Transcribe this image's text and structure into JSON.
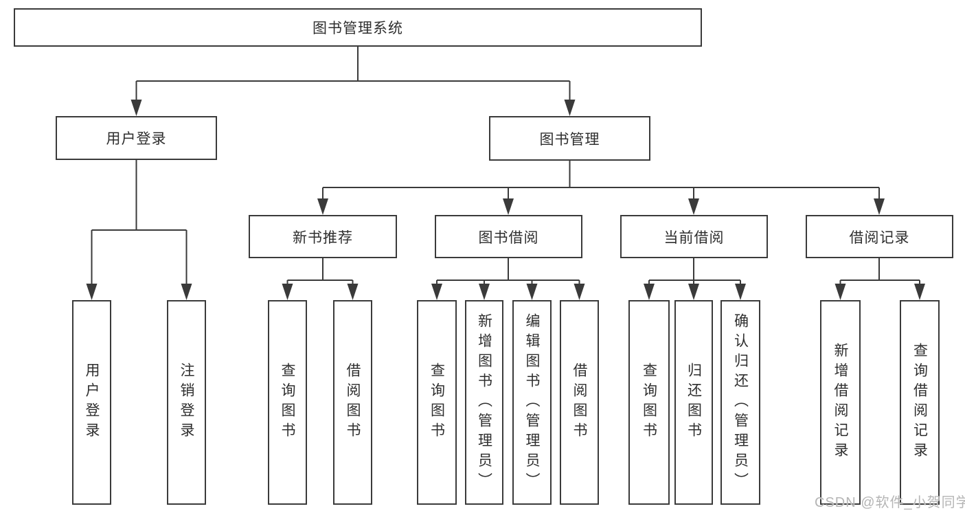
{
  "tree": {
    "label": "图书管理系统",
    "children": [
      {
        "label": "用户登录",
        "children": [
          {
            "label": "用户登录"
          },
          {
            "label": "注销登录"
          }
        ]
      },
      {
        "label": "图书管理",
        "children": [
          {
            "label": "新书推荐",
            "children": [
              {
                "label": "查询图书"
              },
              {
                "label": "借阅图书"
              }
            ]
          },
          {
            "label": "图书借阅",
            "children": [
              {
                "label": "查询图书"
              },
              {
                "label": "新增图书（管理员）"
              },
              {
                "label": "编辑图书（管理员）"
              },
              {
                "label": "借阅图书"
              }
            ]
          },
          {
            "label": "当前借阅",
            "children": [
              {
                "label": "查询图书"
              },
              {
                "label": "归还图书"
              },
              {
                "label": "确认归还（管理员）"
              }
            ]
          },
          {
            "label": "借阅记录",
            "children": [
              {
                "label": "新增借阅记录"
              },
              {
                "label": "查询借阅记录"
              }
            ]
          }
        ]
      }
    ]
  },
  "watermark": {
    "text": "CSDN @软件_小贺同学"
  },
  "colors": {
    "line": "#3a3a3a",
    "box_border": "#3a3a3a",
    "box_background": "#ffffff",
    "text": "#2e2e2e",
    "watermark": "#b5b5b5",
    "page_background": "#ffffff"
  }
}
